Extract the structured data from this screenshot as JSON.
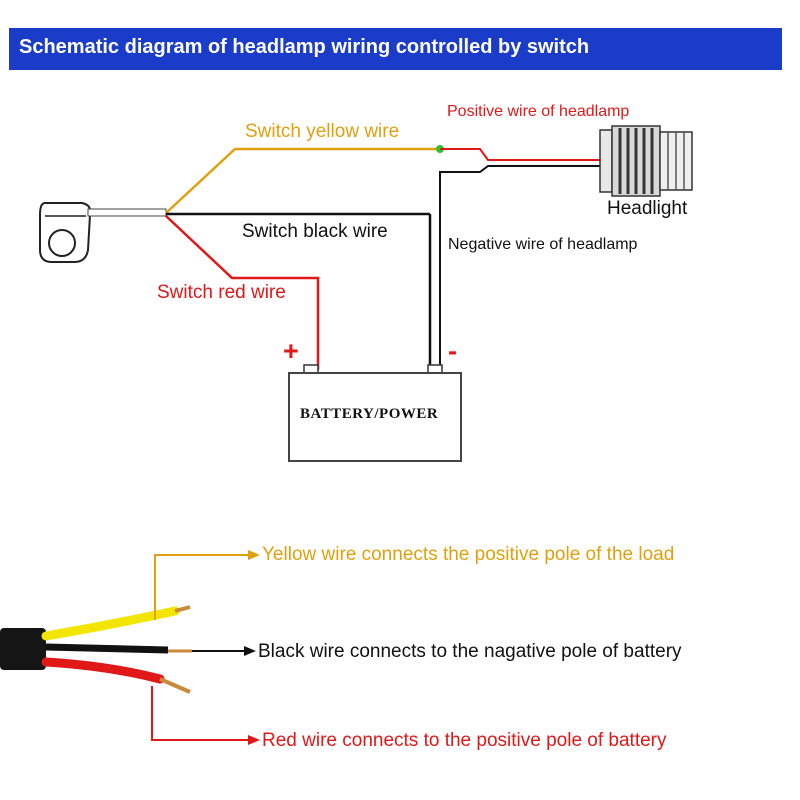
{
  "header": {
    "title": "Schematic diagram of headlamp wiring controlled by switch"
  },
  "schematic": {
    "switch_yellow_wire": "Switch yellow wire",
    "positive_wire_of_headlamp": "Positive wire of headlamp",
    "headlight": "Headlight",
    "switch_black_wire": "Switch black wire",
    "negative_wire_of_headlamp": "Negative wire of headlamp",
    "switch_red_wire": "Switch red wire",
    "plus_sign": "+",
    "minus_sign": "-",
    "battery_label": "BATTERY/POWER"
  },
  "legend": {
    "yellow_text": "Yellow wire connects the positive pole of  the load",
    "black_text": "Black wire connects to the nagative pole of battery",
    "red_text": "Red wire connects to the positive pole of battery"
  },
  "colors": {
    "header_bg": "#1a3cc8",
    "yellow": "#e0a010",
    "red": "#e01818",
    "black": "#111111"
  }
}
